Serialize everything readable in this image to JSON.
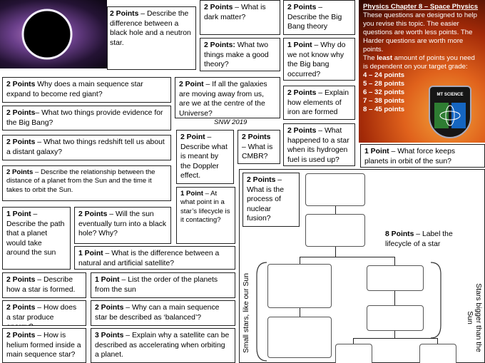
{
  "header_box": {
    "title": "Physics Chapter 8 – Space Physics",
    "intro": "These questions are designed to help you revise this topic. The easier questions are worth less points. The Harder questions are worth more points.",
    "least_prefix": "The",
    "least_word": "least",
    "least_rest": "amount of points you need is dependent on your target grade:",
    "grades": [
      "4 – 24 points",
      "5 – 28 points",
      "6 – 32 points",
      "7 –  38 points",
      "8  – 45 points"
    ],
    "badge_label": "MT SCIENCE"
  },
  "questions": {
    "q_bh_ns": {
      "pts": "2 Points",
      "text": " – Describe the difference between a black hole and a neutron star."
    },
    "q_dark": {
      "pts": "2 Points",
      "text": " – What is dark matter?"
    },
    "q_bigbang": {
      "pts": "2 Points",
      "text": " – Describe the Big Bang theory"
    },
    "q_good_theory": {
      "pts": "2 Points:",
      "text": " What two things make a good theory?"
    },
    "q_why_not": {
      "pts": "1 Point",
      "text": " – Why do we not know why the Big bang occurred?"
    },
    "q_red_giant": {
      "pts": "2 Points",
      "text": " Why does a main sequence star expand to become red giant?"
    },
    "q_centre": {
      "pts": "2 Point",
      "text": " –  If all the galaxies are moving away from us, are we at the centre of the Universe?"
    },
    "q_iron": {
      "pts": "2 Points",
      "text": " – Explain how elements of iron are formed"
    },
    "q_evidence": {
      "pts": "2 Points",
      "text": "– What two things provide evidence for the Big Bang?"
    },
    "snw": "SNW 2019",
    "q_doppler": {
      "pts": "2 Point",
      "text": " – Describe what is meant by the Doppler effect."
    },
    "q_cmbr": {
      "pts": "2 Points",
      "text": " – What is CMBR?"
    },
    "q_hydrogen": {
      "pts": "2 Points",
      "text": " – What happened to a star when its hydrogen fuel is used up?"
    },
    "q_redshift": {
      "pts": "2 Points",
      "text": " – What two things redshift tell us about a distant galaxy?"
    },
    "q_force": {
      "pts": "1 Point",
      "text": " – What force keeps planets in orbit of the sun?"
    },
    "q_relationship": {
      "pts": "2 Points",
      "text": " – Describe the relationship between the distance of a planet from the Sun and the time it takes to orbit the Sun."
    },
    "q_fusion": {
      "pts": "2 Points",
      "text": " – What is the process of nuclear fusion?"
    },
    "q_contracting": {
      "pts": "1 Point",
      "text": " – At what point in a star’s lifecycle is it contacting?"
    },
    "q_path": {
      "pts": "1 Point",
      "text": " – Describe the path that a planet would take around the sun"
    },
    "q_black_hole": {
      "pts": "2 Points",
      "text": " – Will the sun eventually turn into a black hole? Why?"
    },
    "q_label": {
      "pts": "8 Points",
      "text": " – Label the lifecycle of a star"
    },
    "q_satellite": {
      "pts": "1 Point",
      "text": " – What is the difference between a natural and artificial satellite?"
    },
    "q_formed": {
      "pts": "2 Points",
      "text": " – Describe how a star is formed."
    },
    "q_list": {
      "pts": "1 Point",
      "text": " – List the order of the planets from the sun"
    },
    "q_energy": {
      "pts": "2 Points",
      "text": " – How does a star produce energy?"
    },
    "q_balanced": {
      "pts": "2 Points",
      "text": " – Why can a main sequence star be described as ‘balanced’?"
    },
    "q_helium": {
      "pts": "2 Points",
      "text": " – How is helium formed inside a main sequence star?"
    },
    "q_accel": {
      "pts": "3 Points",
      "text": " – Explain why a satellite can be described as accelerating when orbiting a planet."
    }
  },
  "lifecycle": {
    "small_label": "Small stars, like our Sun",
    "big_label": "Stars bigger than the Sun"
  }
}
